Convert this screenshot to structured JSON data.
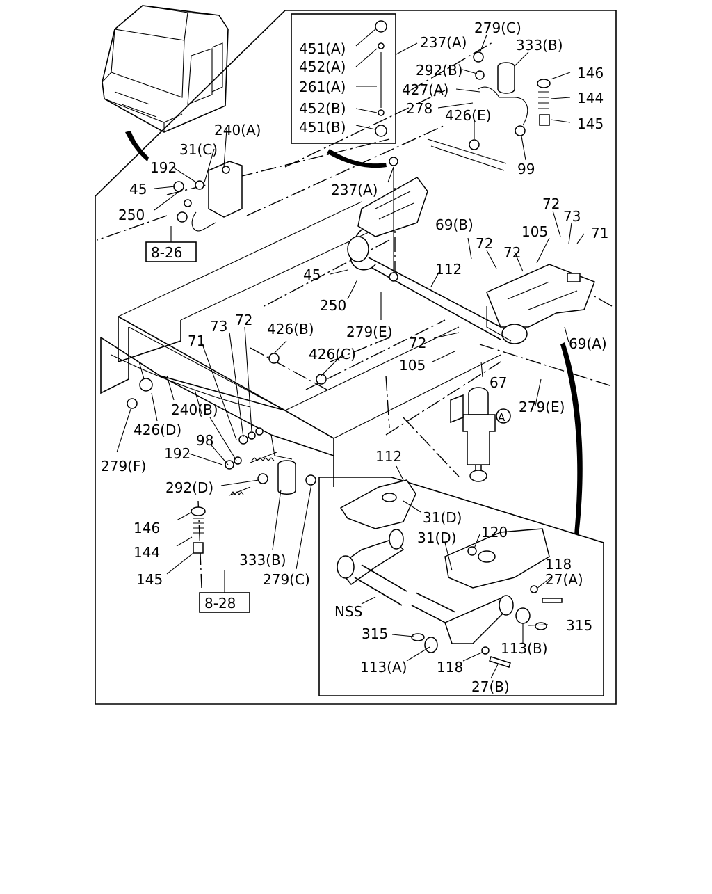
{
  "callouts": {
    "c451a": "451(A)",
    "c452a": "452(A)",
    "c261a": "261(A)",
    "c452b": "452(B)",
    "c451b": "451(B)",
    "c237a_top": "237(A)",
    "c279c_top": "279(C)",
    "c333b_top": "333(B)",
    "c292b": "292(B)",
    "c427a": "427(A)",
    "c278": "278",
    "c426e": "426(E)",
    "c146_top": "146",
    "c144_top": "144",
    "c145_top": "145",
    "c99": "99",
    "c237a_mid": "237(A)",
    "c240a": "240(A)",
    "c31c": "31(C)",
    "c192_top": "192",
    "c45_top": "45",
    "c250_top": "250",
    "c69b": "69(B)",
    "c72_a": "72",
    "c72_b": "72",
    "c72_c": "72",
    "c105_top": "105",
    "c73_right": "73",
    "c71_right": "71",
    "c112_mid": "112",
    "c45_mid": "45",
    "c250_mid": "250",
    "c279e_mid": "279(E)",
    "c426b": "426(B)",
    "c426c": "426(C)",
    "c73_left": "73",
    "c72_left": "72",
    "c71_left": "71",
    "c72_d": "72",
    "c105_mid": "105",
    "c69a": "69(A)",
    "c67": "67",
    "c279e_right": "279(E)",
    "c426d": "426(D)",
    "c240b": "240(B)",
    "c98": "98",
    "c192_low": "192",
    "c279f": "279(F)",
    "c292d": "292(D)",
    "c146_low": "146",
    "c144_low": "144",
    "c145_low": "145",
    "c333b_low": "333(B)",
    "c279c_low": "279(C)",
    "c112_low": "112",
    "c31d_a": "31(D)",
    "c31d_b": "31(D)",
    "c120": "120",
    "c118_a": "118",
    "c27a": "27(A)",
    "c315_a": "315",
    "c315_b": "315",
    "c113b": "113(B)",
    "c113a": "113(A)",
    "c118_b": "118",
    "c27b": "27(B)",
    "nss": "NSS",
    "marker_a": "A"
  },
  "references": {
    "ref_826": "8-26",
    "ref_828": "8-28"
  }
}
